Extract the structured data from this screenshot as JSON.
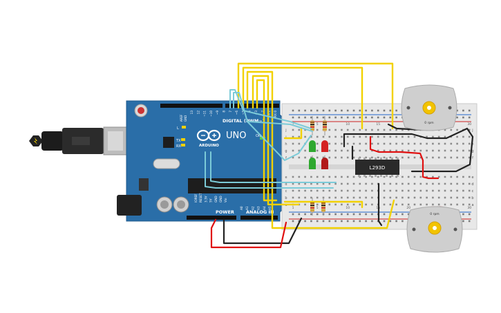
{
  "arduino": {
    "brand": "ARDUINO",
    "model": "UNO",
    "digital_label": "DIGITAL (PWM~)",
    "power_label": "POWER",
    "analog_label": "ANALOG IN",
    "aref_label": "AREF",
    "gnd_label": "GND",
    "tx_label": "TX",
    "rx_label": "RX",
    "l_label": "L",
    "on_label": "ON",
    "digital_pins": [
      "13",
      "12",
      "~11",
      "~10",
      "~9",
      "8",
      "7",
      "~6",
      "~5",
      "4",
      "~3",
      "2",
      "TX 1",
      "RX 0"
    ],
    "power_pins": [
      "IOREF",
      "RESET",
      "3.3V",
      "5V",
      "GND",
      "GND",
      "Vin"
    ],
    "analog_pins": [
      "A0",
      "A1",
      "A2",
      "A3",
      "A4",
      "A5"
    ]
  },
  "driver_ic": {
    "label": "L293D"
  },
  "motor_top": {
    "rpm": "0 rpm"
  },
  "motor_bottom": {
    "rpm": "0 rpm"
  },
  "breadboard": {
    "row_letters_top": [
      "j",
      "i",
      "h",
      "g",
      "f"
    ],
    "row_letters_bottom": [
      "e",
      "d",
      "c",
      "b",
      "a"
    ],
    "column_numbers": [
      "1",
      "5",
      "10",
      "15",
      "20",
      "25",
      "30"
    ]
  },
  "colors": {
    "board": "#2a6ea8",
    "wire_yellow": "#f2d100",
    "wire_cyan": "#7ccbd8",
    "wire_red": "#e01010",
    "wire_black": "#222222",
    "led_red": "#d42222",
    "led_green": "#2fa82f",
    "breadboard": "#e8e8e8"
  }
}
